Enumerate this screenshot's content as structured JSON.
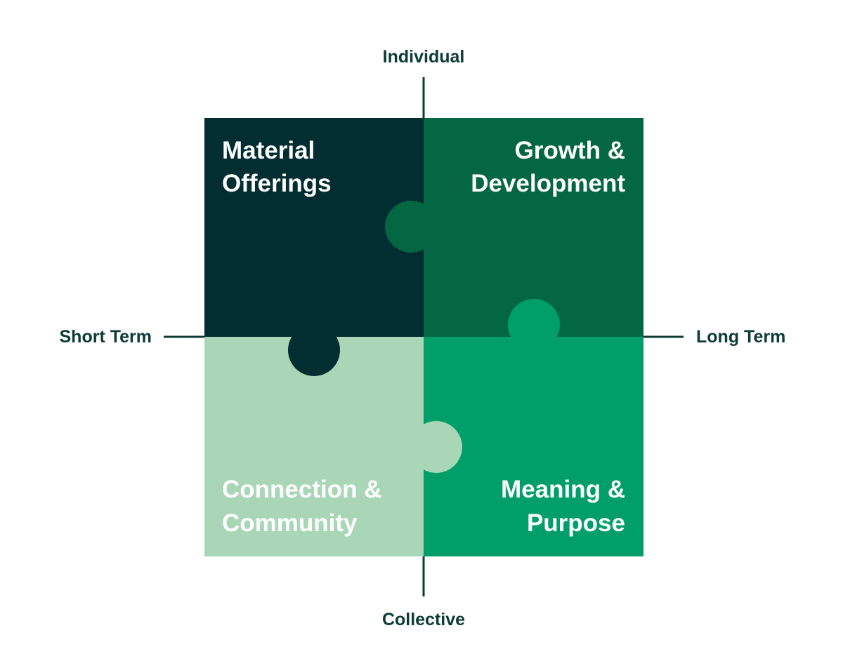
{
  "axes": {
    "top": "Individual",
    "bottom": "Collective",
    "left": "Short Term",
    "right": "Long Term"
  },
  "quadrants": {
    "top_left": {
      "line1": "Material",
      "line2": "Offerings",
      "color": "#022d31"
    },
    "top_right": {
      "line1": "Growth &",
      "line2": "Development",
      "color": "#046744"
    },
    "bottom_left": {
      "line1": "Connection &",
      "line2": "Community",
      "color": "#a9d6b6"
    },
    "bottom_right": {
      "line1": "Meaning &",
      "line2": "Purpose",
      "color": "#009f6a"
    }
  },
  "colors": {
    "axis": "#0d3b36",
    "background": "#ffffff"
  }
}
